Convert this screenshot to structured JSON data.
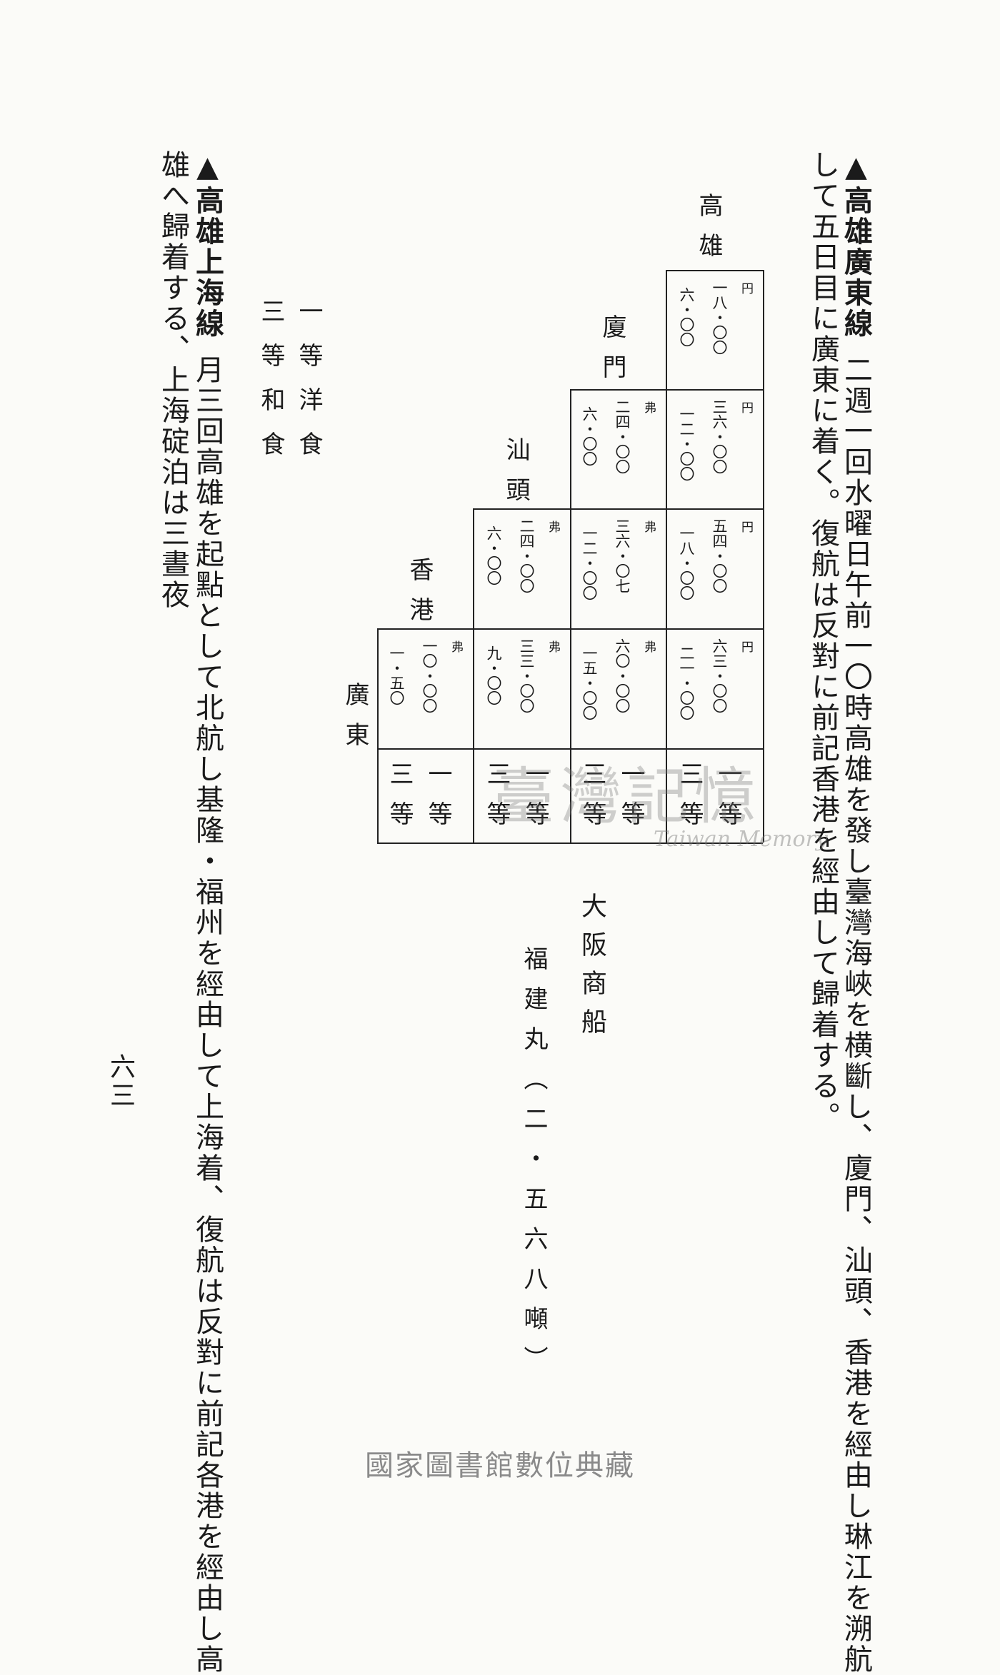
{
  "page": {
    "sections": [
      {
        "heading": "▲高雄廣東線",
        "lines": [
          "二週一回水曜日午前一〇時高雄を發し臺灣海峽を横斷し、廈門、汕頭、香港を經由し琳江を溯航",
          "して五日目に廣東に着く。復航は反對に前記香港を經由して歸着する。"
        ]
      },
      {
        "heading": "▲高雄上海線",
        "lines": [
          "月三回高雄を起點として北航し基隆・福州を經由して上海着、復航は反對に前記各港を經由し高",
          "雄へ歸着する、上海碇泊は三晝夜"
        ]
      }
    ],
    "meals": {
      "first": "一等洋食",
      "third": "三等和食"
    },
    "ship": {
      "company": "大阪商船",
      "name": "福建丸（二・五六八噸）"
    },
    "page_number": "六三",
    "watermark": {
      "cjk": "臺灣記憶",
      "en": "Taiwan Memory"
    },
    "footer": "國家圖書館數位典藏"
  },
  "fare_table": {
    "ports": [
      "高雄",
      "廈門",
      "汕頭",
      "香港",
      "廣東"
    ],
    "class_labels": [
      "一等",
      "三等"
    ],
    "unit_yen": "円",
    "unit_dollar": "弗",
    "columns": [
      {
        "to": "廈門",
        "cells": [
          {
            "unit": "円",
            "first": "一八・〇〇",
            "third": "六・〇〇"
          }
        ]
      },
      {
        "to": "汕頭",
        "cells": [
          {
            "unit": "円",
            "first": "三六・〇〇",
            "third": "一二・〇〇"
          },
          {
            "unit": "弗",
            "first": "二四・〇〇",
            "third": "六・〇〇"
          }
        ]
      },
      {
        "to": "香港",
        "cells": [
          {
            "unit": "円",
            "first": "五四・〇〇",
            "third": "一八・〇〇"
          },
          {
            "unit": "弗",
            "first": "三六・〇七",
            "third": "一二・〇〇"
          },
          {
            "unit": "弗",
            "first": "二四・〇〇",
            "third": "六・〇〇"
          }
        ]
      },
      {
        "to": "廣東",
        "cells": [
          {
            "unit": "円",
            "first": "六三・〇〇",
            "third": "二一・〇〇"
          },
          {
            "unit": "弗",
            "first": "六〇・〇〇",
            "third": "一五・〇〇"
          },
          {
            "unit": "弗",
            "first": "三三・〇〇",
            "third": "九・〇〇"
          },
          {
            "unit": "弗",
            "first": "一〇・〇〇",
            "third": "一・五〇"
          }
        ]
      }
    ]
  }
}
